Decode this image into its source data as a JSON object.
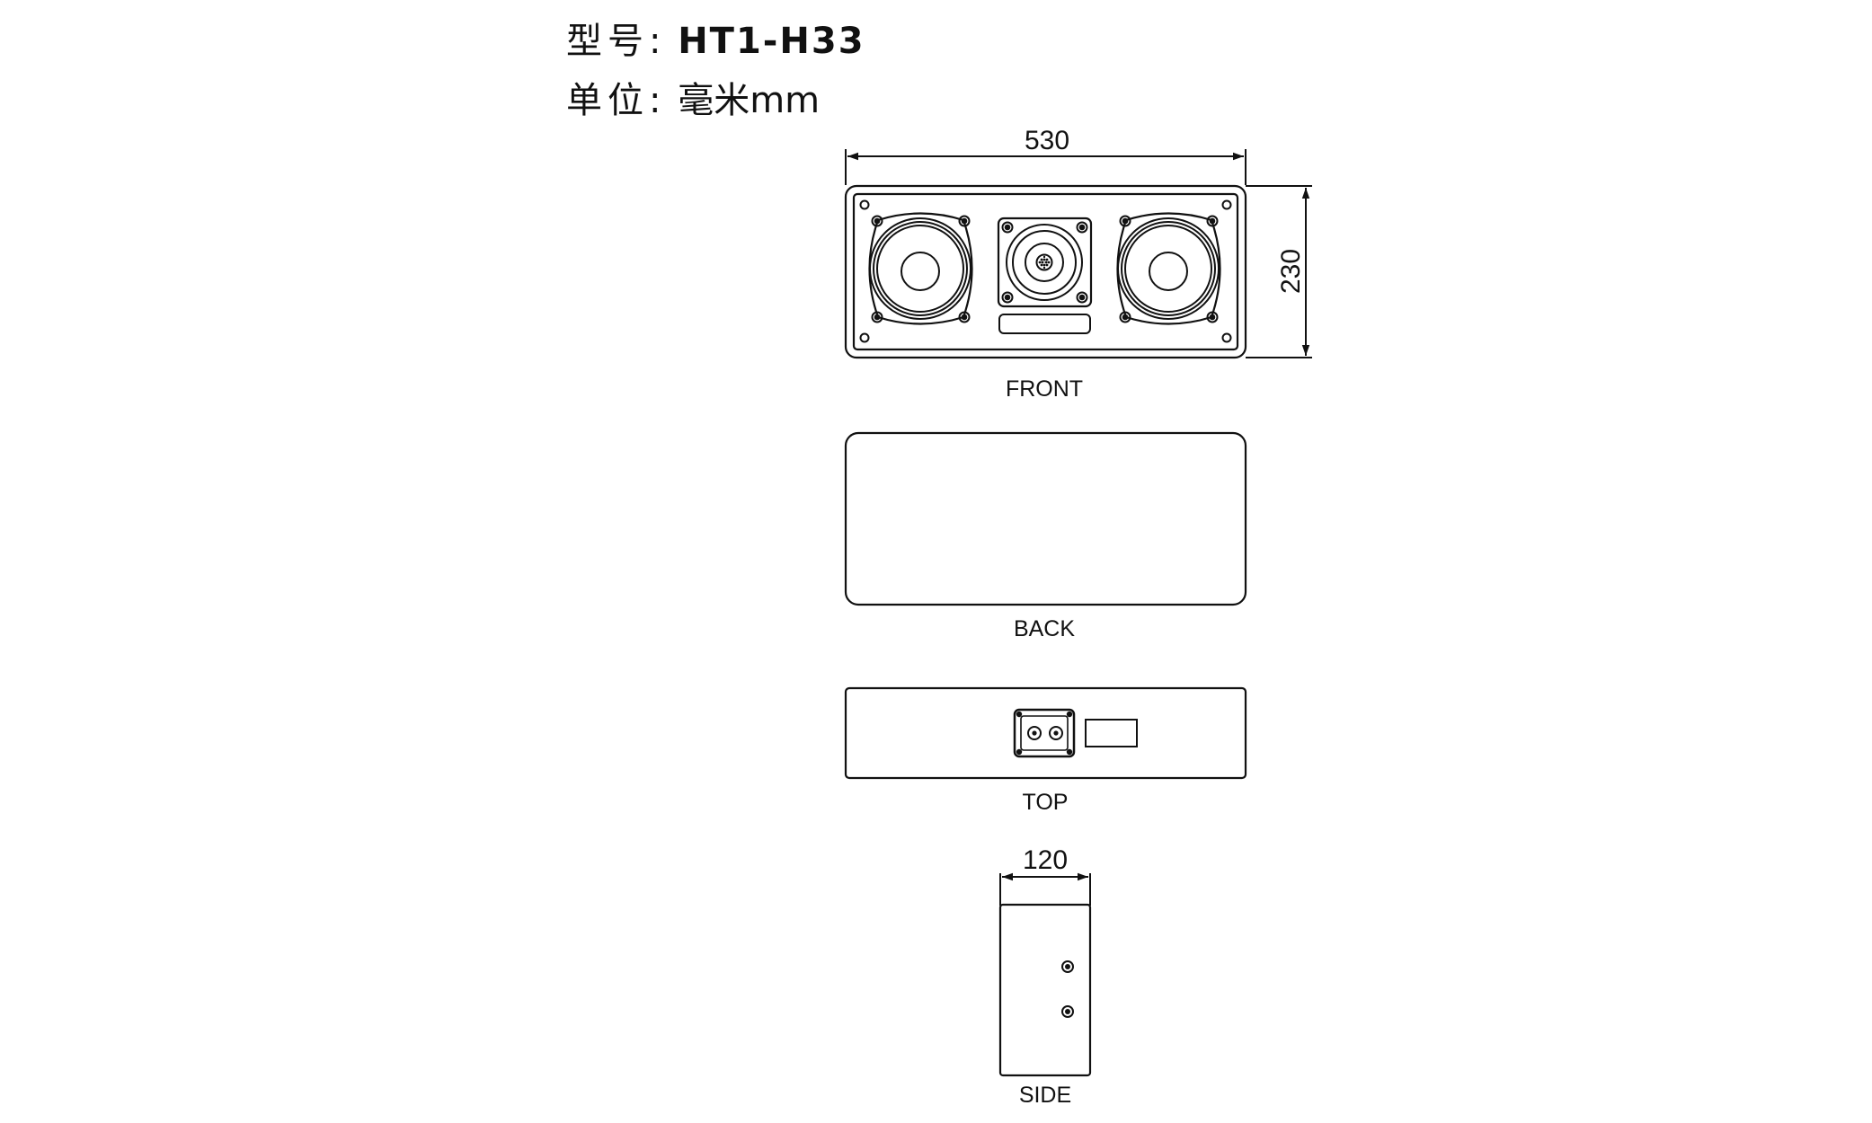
{
  "header": {
    "model_label": "型号:",
    "model_value": "HT1-H33",
    "unit_label": "单位:",
    "unit_value": "毫米mm"
  },
  "dimensions": {
    "width": "530",
    "height": "230",
    "depth": "120"
  },
  "views": {
    "front": "FRONT",
    "back": "BACK",
    "top": "TOP",
    "side": "SIDE"
  }
}
